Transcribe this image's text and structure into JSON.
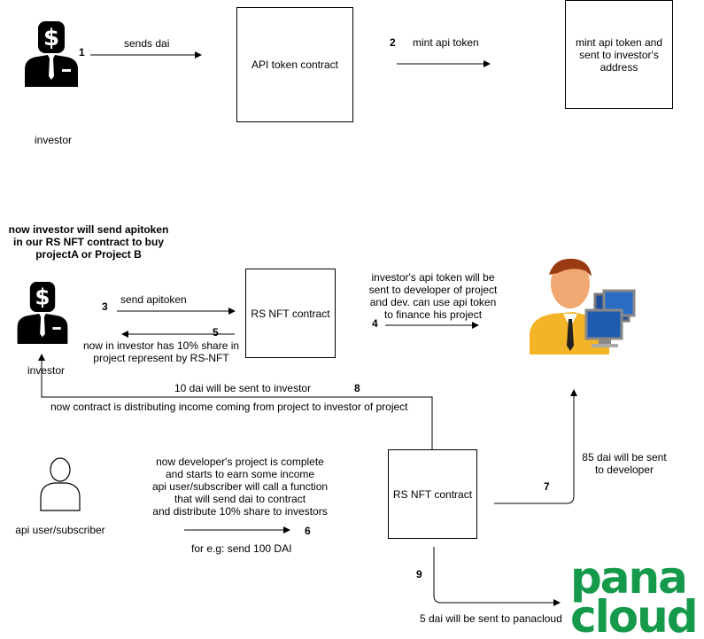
{
  "actors": {
    "investor_top_label": "investor",
    "investor_mid_label": "investor",
    "user_label": "api user/subscriber"
  },
  "boxes": {
    "api_token_contract": "API token contract",
    "mint_and_send": "mint api token and\nsent to investor's\naddress",
    "rs_nft_top": "RS NFT contract",
    "rs_nft_bottom": "RS NFT contract"
  },
  "steps": {
    "s1_num": "1",
    "s1_label": "sends dai",
    "s2_num": "2",
    "s2_label": "mint api token",
    "s3_num": "3",
    "s3_label": "send apitoken",
    "s4_num": "4",
    "s4_label": "investor's api token will be\nsent to developer of project\nand dev. can use api token\nto finance his project",
    "s5_num": "5",
    "s5_label": "now in investor has 10% share in\nproject represent by RS-NFT",
    "s6_num": "6",
    "s6_label": "now developer's project is complete\nand starts to earn some income\napi user/subscriber will call a function\nthat will send dai to contract\nand distribute 10% share to investors",
    "s6_example": "for e.g: send 100 DAI",
    "s7_num": "7",
    "s7_label": "85 dai will be sent\nto developer",
    "s8_num": "8",
    "s8_label": "10 dai will be sent to investor",
    "s8_sub": "now contract is distributing income coming from project to investor of project",
    "s9_num": "9",
    "s9_label": "5 dai will be sent to panacloud"
  },
  "heading": "now investor will send apitoken\nin our RS NFT contract to buy\nprojectA or Project B",
  "logo": {
    "line1": "pana",
    "line2": "cloud",
    "color": "#149a4a"
  },
  "icons": [
    "investor-icon",
    "developer-computer-icon",
    "user-icon",
    "panacloud-logo"
  ]
}
